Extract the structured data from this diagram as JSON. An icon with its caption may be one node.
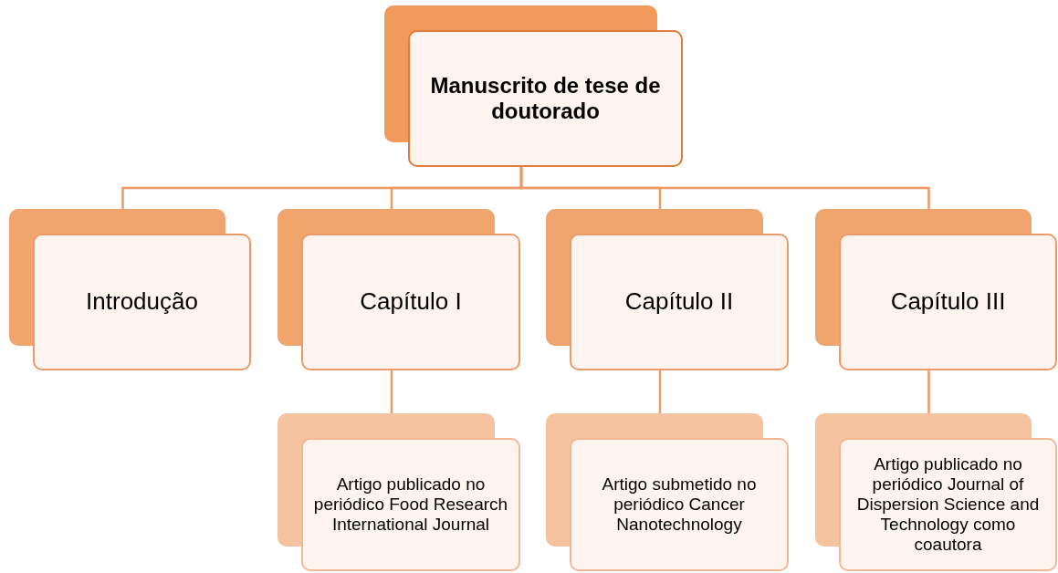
{
  "diagram": {
    "nodes": [
      {
        "text": [
          "Manuscrito de tese de doutorado"
        ]
      },
      {
        "text": [
          "Introdução"
        ]
      },
      {
        "text": [
          "Capítulo I"
        ]
      },
      {
        "text": [
          "Capítulo II"
        ]
      },
      {
        "text": [
          "Capítulo III"
        ]
      },
      {
        "text": [
          "Artigo publicado no periódico Food Research International Journal"
        ]
      },
      {
        "text": [
          "Artigo submetido no periódico Cancer Nanotechnology"
        ]
      },
      {
        "text": [
          "Artigo publicado no periódico Journal of Dispersion Science and Technology como coautora"
        ]
      }
    ],
    "edges": [
      {
        "from": 0,
        "to": 1,
        "arrow": "none"
      },
      {
        "from": 0,
        "to": 2,
        "arrow": "none"
      },
      {
        "from": 0,
        "to": 3,
        "arrow": "none"
      },
      {
        "from": 0,
        "to": 4,
        "arrow": "none"
      },
      {
        "from": 2,
        "to": 5,
        "arrow": "none"
      },
      {
        "from": 3,
        "to": 6,
        "arrow": "none"
      },
      {
        "from": 4,
        "to": 7,
        "arrow": "none"
      }
    ]
  }
}
